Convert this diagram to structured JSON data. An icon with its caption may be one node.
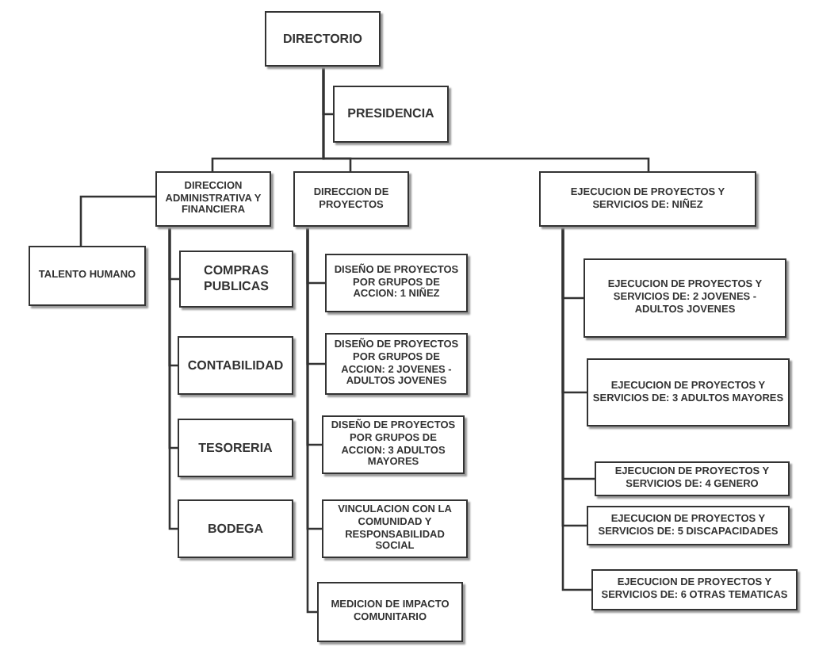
{
  "diagram": {
    "nodes": [
      {
        "text": [
          "DIRECTORIO"
        ]
      },
      {
        "text": [
          "PRESIDENCIA"
        ]
      },
      {
        "text": [
          "DIRECCION ADMINISTRATIVA Y FINANCIERA"
        ]
      },
      {
        "text": [
          "DIRECCION DE PROYECTOS"
        ]
      },
      {
        "text": [
          "EJECUCION DE PROYECTOS Y SERVICIOS DE: NIÑEZ"
        ]
      },
      {
        "text": [
          "TALENTO HUMANO"
        ]
      },
      {
        "text": [
          "COMPRAS PUBLICAS"
        ]
      },
      {
        "text": [
          "CONTABILIDAD"
        ]
      },
      {
        "text": [
          "TESORERIA"
        ]
      },
      {
        "text": [
          "BODEGA"
        ]
      },
      {
        "text": [
          "DISEÑO DE PROYECTOS POR GRUPOS DE ACCION: 1 NIÑEZ"
        ]
      },
      {
        "text": [
          "DISEÑO DE PROYECTOS POR GRUPOS DE ACCION: 2 JOVENES - ADULTOS JOVENES"
        ]
      },
      {
        "text": [
          "DISEÑO DE PROYECTOS POR GRUPOS DE ACCION: 3 ADULTOS MAYORES"
        ]
      },
      {
        "text": [
          "VINCULACION CON LA COMUNIDAD Y RESPONSABILIDAD SOCIAL"
        ]
      },
      {
        "text": [
          "MEDICION DE IMPACTO COMUNITARIO"
        ]
      },
      {
        "text": [
          "EJECUCION DE PROYECTOS Y SERVICIOS DE: 2 JOVENES - ADULTOS JOVENES"
        ]
      },
      {
        "text": [
          "EJECUCION DE PROYECTOS Y SERVICIOS DE: 3 ADULTOS MAYORES"
        ]
      },
      {
        "text": [
          "EJECUCION DE PROYECTOS Y SERVICIOS DE: 4 GENERO"
        ]
      },
      {
        "text": [
          "EJECUCION DE PROYECTOS Y SERVICIOS DE: 5 DISCAPACIDADES"
        ]
      },
      {
        "text": [
          "EJECUCION DE PROYECTOS Y SERVICIOS DE: 6 OTRAS TEMATICAS"
        ]
      }
    ],
    "edges": [
      {
        "from": 0,
        "to": 1,
        "arrow": "none"
      },
      {
        "from": 0,
        "to": 2,
        "arrow": "none"
      },
      {
        "from": 0,
        "to": 3,
        "arrow": "none"
      },
      {
        "from": 0,
        "to": 4,
        "arrow": "none"
      },
      {
        "from": 2,
        "to": 5,
        "arrow": "none"
      },
      {
        "from": 2,
        "to": 6,
        "arrow": "none"
      },
      {
        "from": 2,
        "to": 7,
        "arrow": "none"
      },
      {
        "from": 2,
        "to": 8,
        "arrow": "none"
      },
      {
        "from": 2,
        "to": 9,
        "arrow": "none"
      },
      {
        "from": 3,
        "to": 10,
        "arrow": "none"
      },
      {
        "from": 3,
        "to": 11,
        "arrow": "none"
      },
      {
        "from": 3,
        "to": 12,
        "arrow": "none"
      },
      {
        "from": 3,
        "to": 13,
        "arrow": "none"
      },
      {
        "from": 3,
        "to": 14,
        "arrow": "none"
      },
      {
        "from": 4,
        "to": 15,
        "arrow": "none"
      },
      {
        "from": 4,
        "to": 16,
        "arrow": "none"
      },
      {
        "from": 4,
        "to": 17,
        "arrow": "none"
      },
      {
        "from": 4,
        "to": 18,
        "arrow": "none"
      },
      {
        "from": 4,
        "to": 19,
        "arrow": "none"
      }
    ]
  }
}
